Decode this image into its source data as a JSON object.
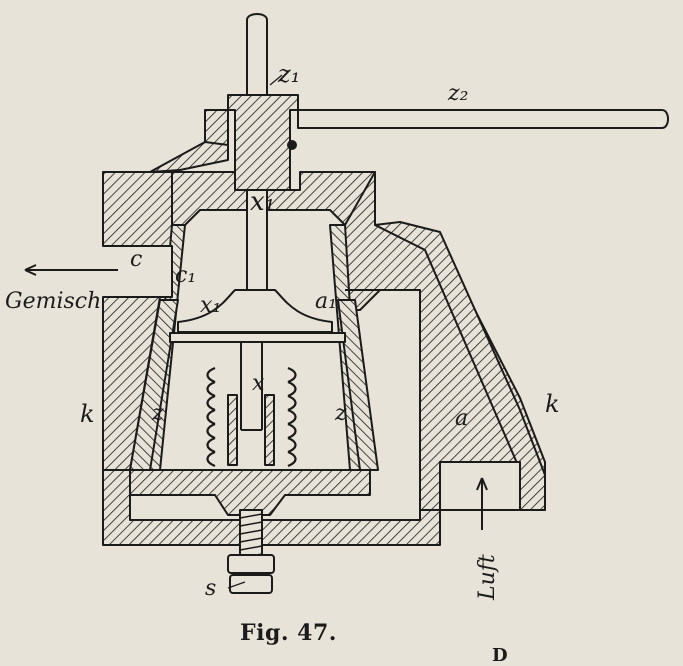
{
  "figure": {
    "caption": "Fig. 47.",
    "cutoff_text": "D",
    "labels": {
      "z1": "z₁",
      "z2": "z₂",
      "x1_top": "x₁",
      "c": "c",
      "c1": "c₁",
      "x1_mid": "x₁",
      "a1": "a₁",
      "gemisch": "Gemisch",
      "x": "x",
      "k_left": "k",
      "z_left": "z",
      "z_right": "z",
      "a": "a",
      "k_right": "k",
      "luft": "Luft",
      "s": "s"
    },
    "colors": {
      "paper": "#e7e3d8",
      "ink": "#1b1b1b"
    }
  }
}
